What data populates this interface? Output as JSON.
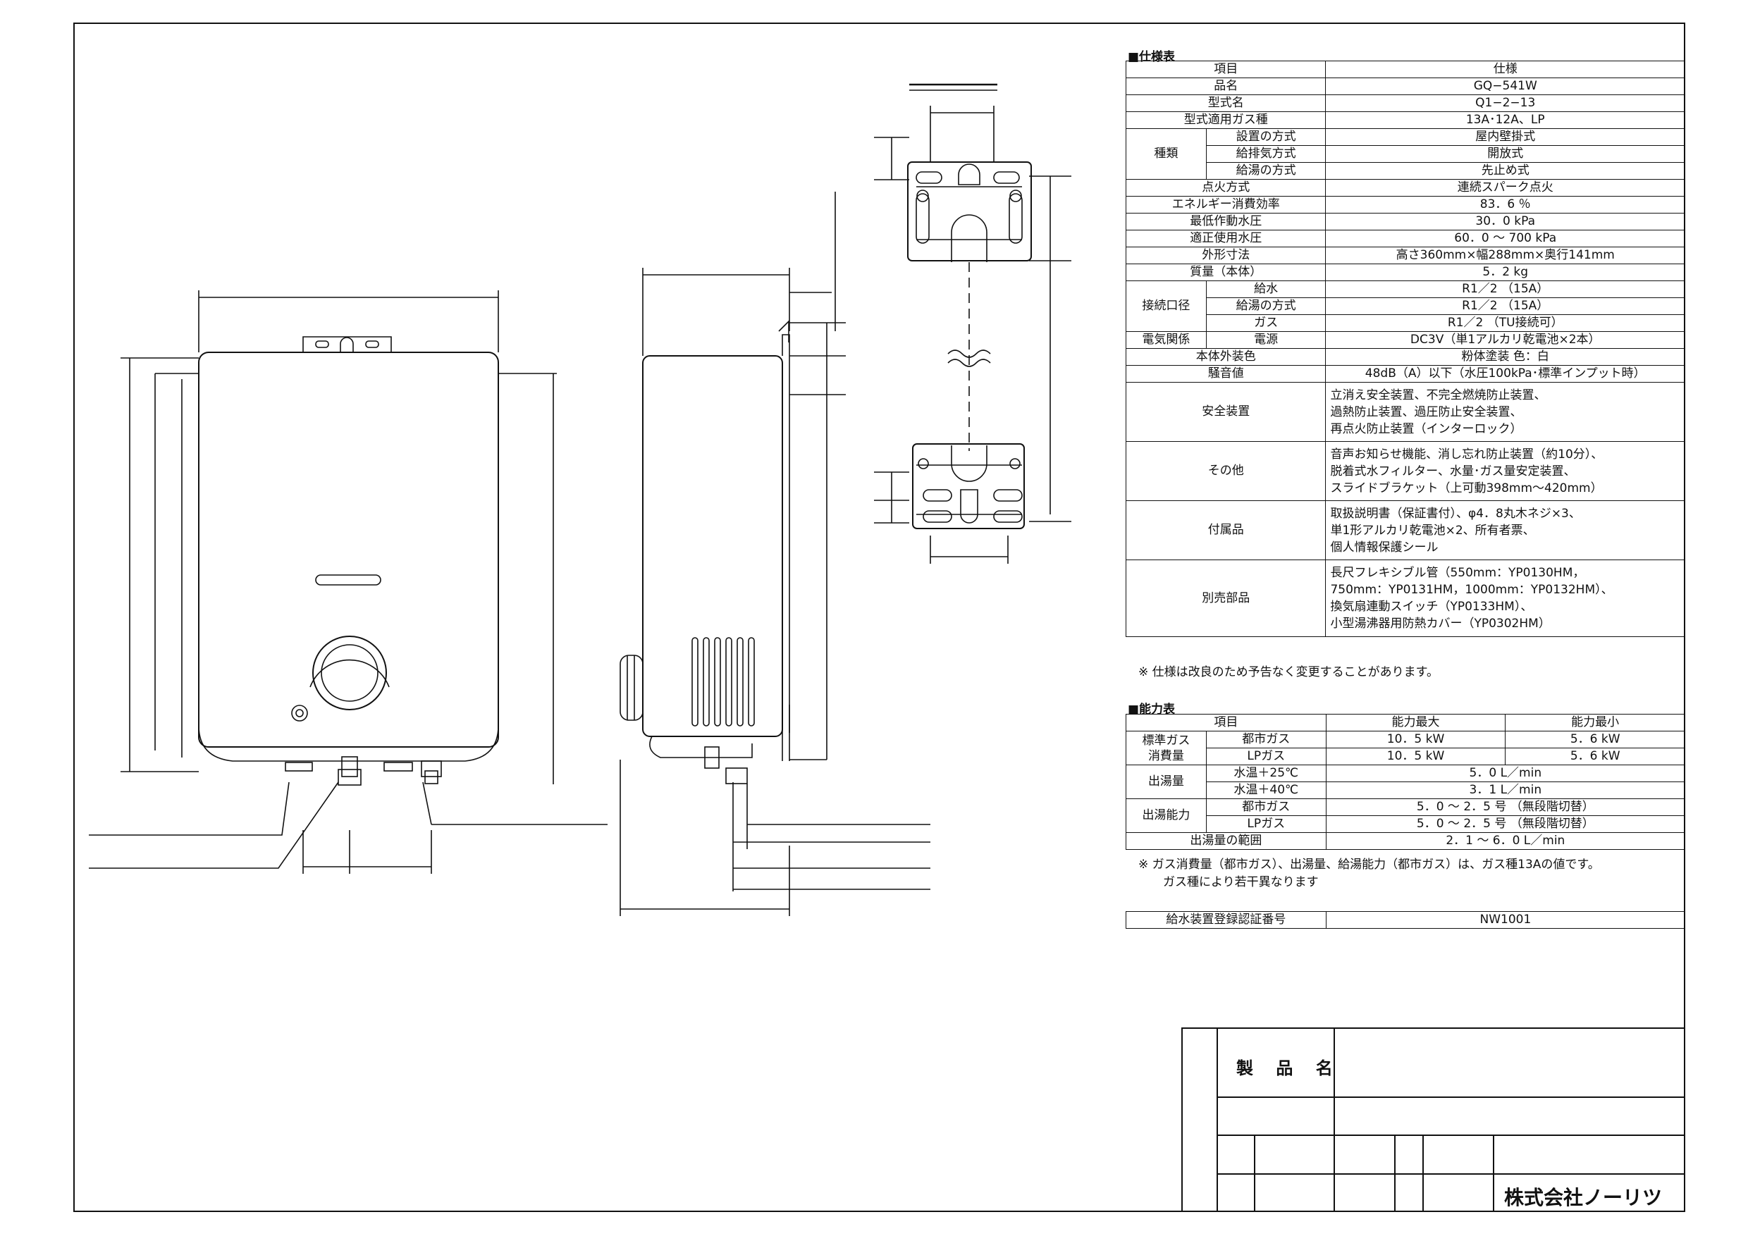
{
  "spec": {
    "title": "■仕様表",
    "header": {
      "item": "項目",
      "spec": "仕様"
    },
    "rows": {
      "product_name": {
        "label": "品名",
        "value": "GQ−541W"
      },
      "model": {
        "label": "型式名",
        "value": "Q1−2−13"
      },
      "gas_type": {
        "label": "型式適用ガス種",
        "value": "13A･12A、LP"
      },
      "type_group": "種類",
      "install": {
        "label": "設置の方式",
        "value": "屋内壁掛式"
      },
      "exhaust": {
        "label": "給排気方式",
        "value": "開放式"
      },
      "supply": {
        "label": "給湯の方式",
        "value": "先止め式"
      },
      "ignition": {
        "label": "点火方式",
        "value": "連続スパーク点火"
      },
      "efficiency": {
        "label": "エネルギー消費効率",
        "value": "83．6 ％"
      },
      "min_pressure": {
        "label": "最低作動水圧",
        "value": "30．0 kPa"
      },
      "pressure_range": {
        "label": "適正使用水圧",
        "value": "60．0 〜 700 kPa"
      },
      "dimensions": {
        "label": "外形寸法",
        "value": "高さ360mm×幅288mm×奥行141mm"
      },
      "mass": {
        "label": "質量（本体）",
        "value": "5．2 kg"
      },
      "connection_group": "接続口径",
      "water": {
        "label": "給水",
        "value": "R1／2 （15A）"
      },
      "hot_water": {
        "label": "給湯の方式",
        "value": "R1／2 （15A）"
      },
      "gas": {
        "label": "ガス",
        "value": "R1／2 （TU接続可）"
      },
      "electric_group": "電気関係",
      "power": {
        "label": "電源",
        "value": "DC3V（単1アルカリ乾電池×2本）"
      },
      "color": {
        "label": "本体外装色",
        "value": "粉体塗装 色：白"
      },
      "noise": {
        "label": "騒音値",
        "value": "48dB（A）以下（水圧100kPa･標準インプット時）"
      },
      "safety": {
        "label": "安全装置",
        "lines": [
          "立消え安全装置、不完全燃焼防止装置、",
          "過熱防止装置、過圧防止安全装置、",
          "再点火防止装置（インターロック）"
        ]
      },
      "other": {
        "label": "その他",
        "lines": [
          "音声お知らせ機能、消し忘れ防止装置（約10分）、",
          "脱着式水フィルター、水量･ガス量安定装置、",
          "スライドブラケット（上可動398mm〜420mm）"
        ]
      },
      "accessories": {
        "label": "付属品",
        "lines": [
          "取扱説明書（保証書付）、φ4．8丸木ネジ×3、",
          "単1形アルカリ乾電池×2、所有者票、",
          "個人情報保護シール"
        ]
      },
      "options": {
        "label": "別売部品",
        "lines": [
          "長尺フレキシブル管（550mm：YP0130HM，",
          "750mm：YP0131HM，1000mm：YP0132HM）、",
          "換気扇連動スイッチ（YP0133HM）、",
          "小型湯沸器用防熱カバー（YP0302HM）"
        ]
      }
    },
    "note": "※  仕様は改良のため予告なく変更することがあります。"
  },
  "capacity": {
    "title": "■能力表",
    "header": {
      "item": "項目",
      "max": "能力最大",
      "min": "能力最小"
    },
    "consumption_group": [
      "標準ガス",
      "消費量"
    ],
    "city_gas": {
      "label": "都市ガス",
      "max": "10．5 kW",
      "min": "5．6 kW"
    },
    "lp_gas": {
      "label": "LPガス",
      "max": "10．5 kW",
      "min": "5．6 kW"
    },
    "output_group": "出湯量",
    "temp25": {
      "label": "水温＋25℃",
      "value": "5．0 L／min"
    },
    "temp40": {
      "label": "水温＋40℃",
      "value": "3．1 L／min"
    },
    "ability_group": "出湯能力",
    "ability_city": {
      "label": "都市ガス",
      "value": "5．0 〜 2．5 号 （無段階切替）"
    },
    "ability_lp": {
      "label": "LPガス",
      "value": "5．0 〜 2．5 号 （無段階切替）"
    },
    "range": {
      "label": "出湯量の範囲",
      "value": "2．1 〜 6．0 L／min"
    },
    "notes": [
      "※  ガス消費量（都市ガス）、出湯量、給湯能力（都市ガス）は、ガス種13Aの値です。",
      "ガス種により若干異なります"
    ]
  },
  "cert": {
    "label": "給水装置登録認証番号",
    "value": "NW1001"
  },
  "title_block": {
    "product_label": "製 品 名",
    "maker": "株式会社ノーリツ"
  }
}
